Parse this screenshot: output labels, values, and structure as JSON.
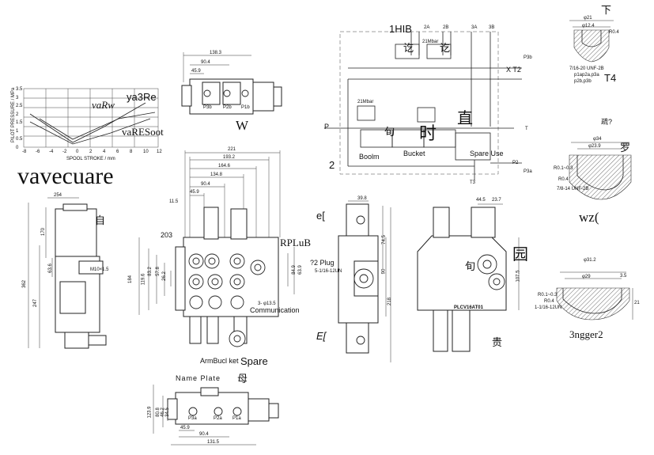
{
  "graph_labels": {
    "title": "ya3Re",
    "var_a": "vaRw",
    "var_b": "vaRESoot",
    "big_caption": "vavecuare",
    "y_axis": "PILOT PRESSURE / MPa",
    "x_axis": "SPOOL STROKE / mm",
    "x_ticks": [
      "-8",
      "-6",
      "-4",
      "-2",
      "0",
      "2",
      "4",
      "6",
      "8",
      "10",
      "12"
    ],
    "y_ticks": [
      "3.5",
      "3",
      "2.5",
      "2",
      "1.5",
      "1",
      "0.5",
      "0"
    ]
  },
  "top_view": {
    "dims": [
      "138.3",
      "90.4",
      "45.9"
    ],
    "label": "W",
    "ports": [
      "P3b",
      "P2b",
      "P1b"
    ]
  },
  "front_view": {
    "dims": [
      "221",
      "193.2",
      "164.6",
      "134.8",
      "90.4",
      "45.9",
      "11.5"
    ],
    "label_203": "203",
    "left_dims": [
      "184",
      "119.6",
      "83.2",
      "57.8",
      "26.2"
    ],
    "right_dims": [
      "84.9",
      "63.9"
    ],
    "rplub": "RPLuB",
    "comm": "3- φ13.5",
    "comm2": "Communication",
    "bottom_labels": "ArmBucl   ket",
    "spare": "Spare",
    "glyph_bottom": "母"
  },
  "left_view": {
    "dims": [
      "254",
      "170",
      "63.6",
      "362",
      "247"
    ],
    "thread": "M10×1.5",
    "glyph": "自"
  },
  "bottom_view": {
    "label": "Name Plate",
    "dims": [
      "123.9",
      "80.8",
      "46.2",
      "34.5",
      "45.9",
      "90.4",
      "131.5"
    ],
    "ports": [
      "P3a",
      "P2a",
      "P1a"
    ]
  },
  "schematic": {
    "header": [
      "1HIB",
      "2A",
      "2B",
      "3A",
      "3B"
    ],
    "right": [
      "P3b",
      "X T2",
      "P2",
      "P3a",
      "T3",
      "T"
    ],
    "left": [
      "P",
      "2"
    ],
    "labels": [
      "Boolm",
      "Bucket",
      "Spare Use"
    ],
    "glyphs": [
      "讫",
      "讫",
      "旬",
      "时",
      "直"
    ],
    "pressures": [
      "21Mbar",
      "21Mbar"
    ]
  },
  "side_view": {
    "dims": [
      "39.8",
      "74.5",
      "218",
      "90"
    ],
    "labels": [
      "e[",
      "?2 Plug",
      "E["
    ],
    "plug_spec": "5-1/16-12UN"
  },
  "rear_view": {
    "dims": [
      "44.5",
      "23.7",
      "107.5"
    ],
    "model": "PLCV16AT01",
    "glyphs": [
      "旬",
      "园",
      "贵"
    ]
  },
  "details": {
    "d1": [
      "φ21",
      "φ12.4",
      "R0.4",
      "7/16-20 UNF-2B",
      "下"
    ],
    "d1_note_a": "p1ap2a,p3a",
    "d1_note_b": "p2b,p3b",
    "d1_tag": "T4",
    "d2_note": "疏?",
    "d2": [
      "φ34",
      "φ23.9",
      "R0.1~0.3",
      "R0.4",
      "7/8-14 UNF-2B",
      "罗"
    ],
    "d2_label": "wz(",
    "d3": [
      "φ31.2",
      "φ29",
      "R0.1~0.3",
      "R0.4",
      "1-1/16-12UN",
      "21",
      "3.5"
    ],
    "d3_label": "3ngger2"
  }
}
